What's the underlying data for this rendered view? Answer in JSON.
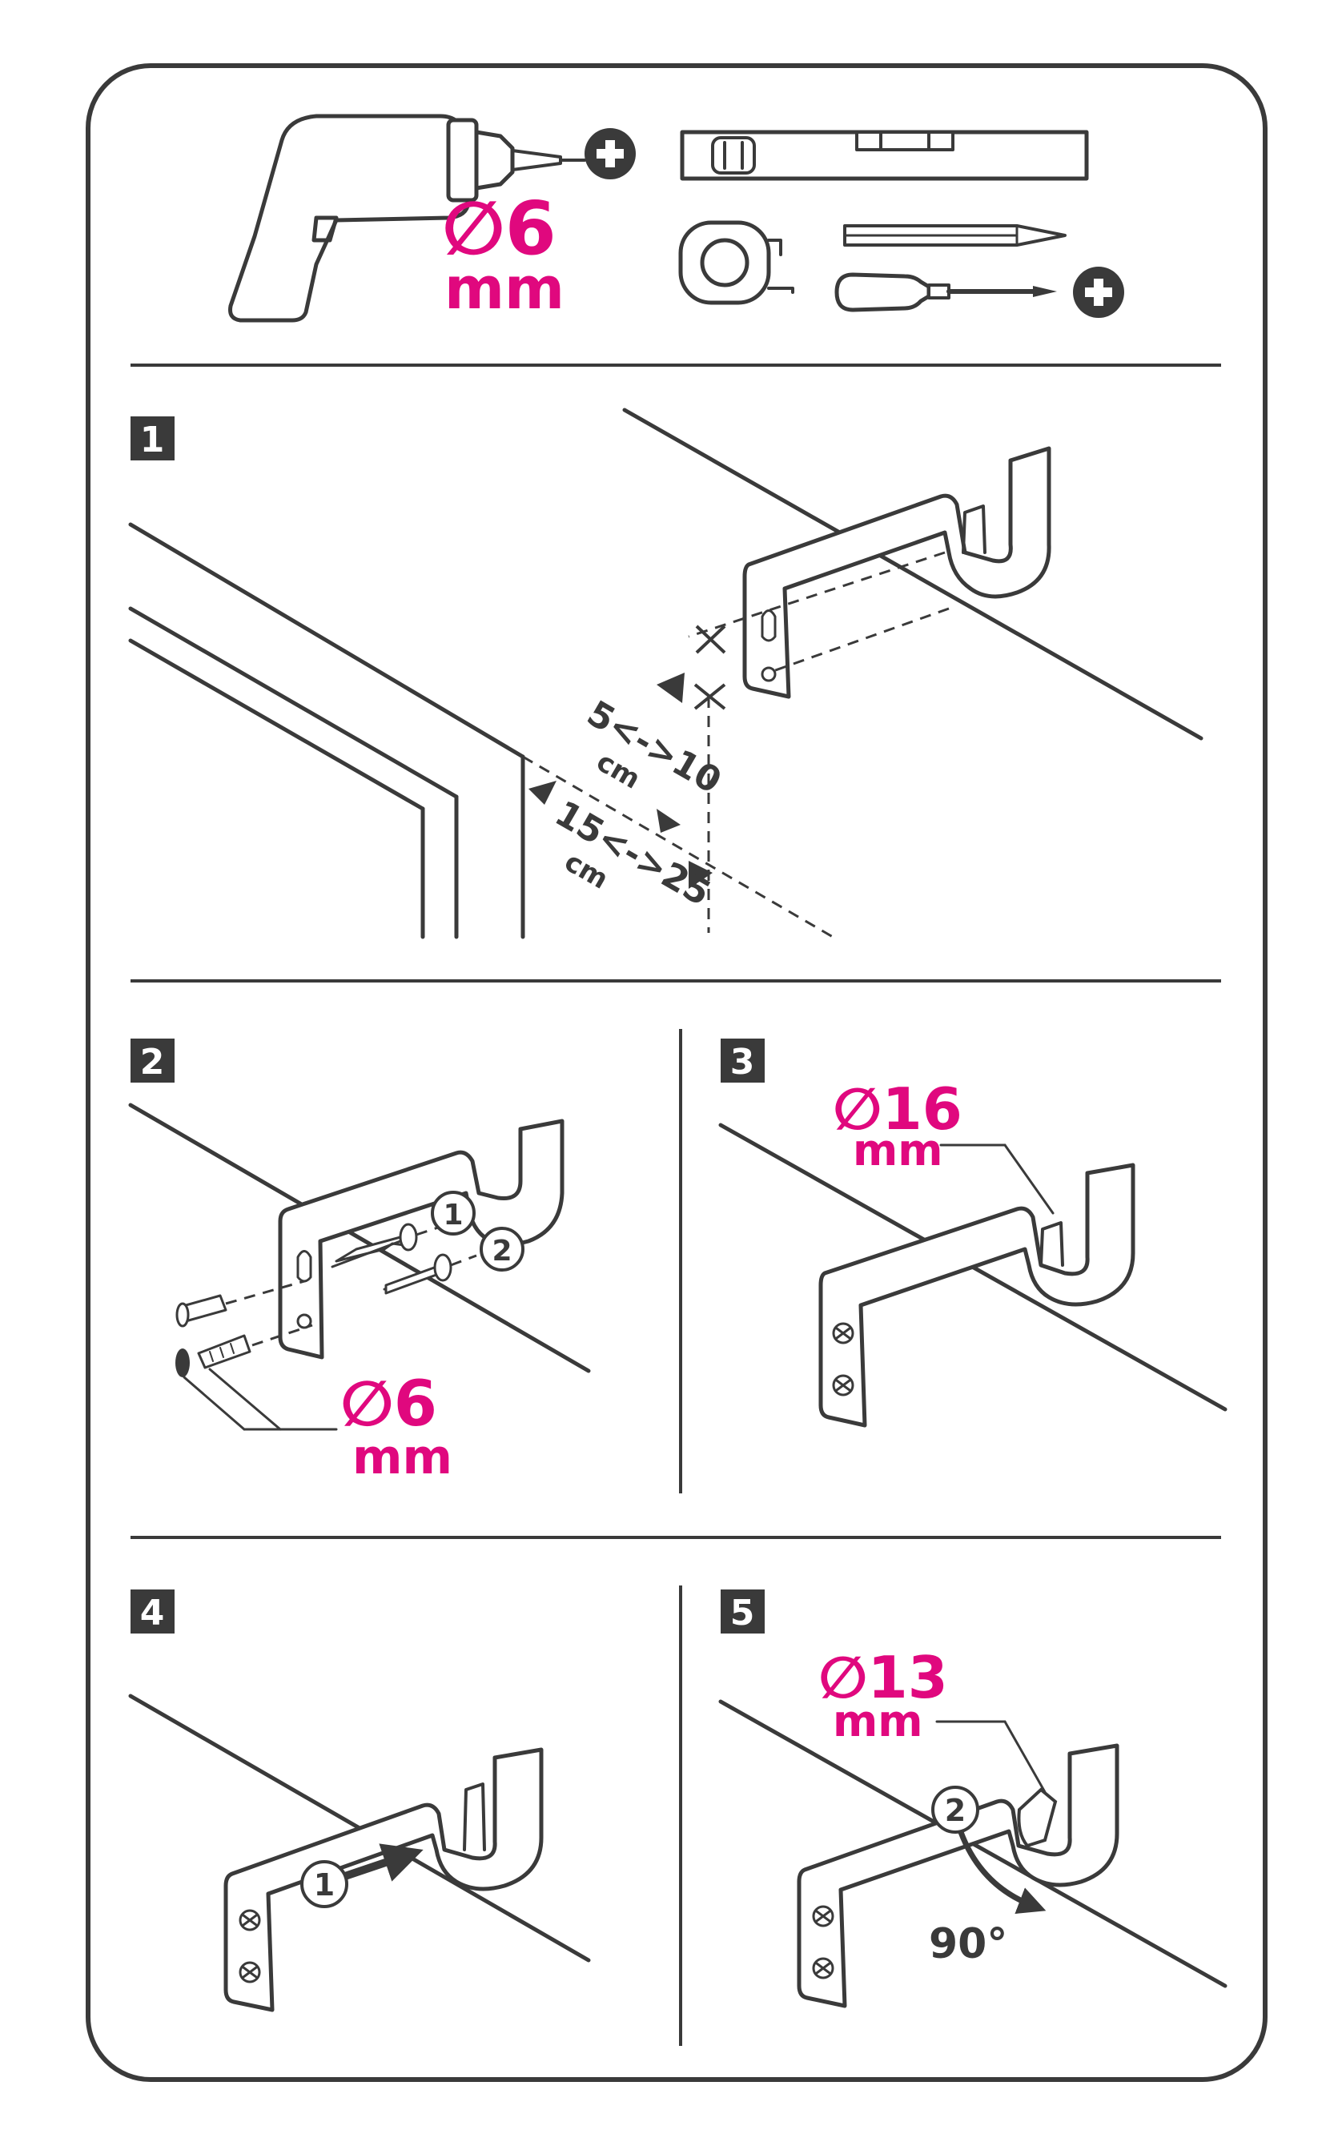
{
  "tools": {
    "drill_diameter_label": "∅6",
    "drill_unit_label": "mm"
  },
  "steps": [
    {
      "number": "1",
      "distance_a": "5<->10",
      "distance_a_unit": "cm",
      "distance_b": "15<->25",
      "distance_b_unit": "cm"
    },
    {
      "number": "2",
      "callout_1": "1",
      "callout_2": "2",
      "diameter_label": "∅6",
      "unit_label": "mm"
    },
    {
      "number": "3",
      "diameter_label": "∅16",
      "unit_label": "mm"
    },
    {
      "number": "4",
      "callout_1": "1"
    },
    {
      "number": "5",
      "callout_2": "2",
      "diameter_label": "∅13",
      "unit_label": "mm",
      "angle_label": "90°"
    }
  ],
  "colors": {
    "accent": "#e0087e",
    "ink": "#3a3a3a"
  },
  "icons": [
    "drill-icon",
    "phillips-bit-icon",
    "spirit-level-icon",
    "tape-measure-icon",
    "pencil-icon",
    "phillips-screwdriver-icon"
  ]
}
